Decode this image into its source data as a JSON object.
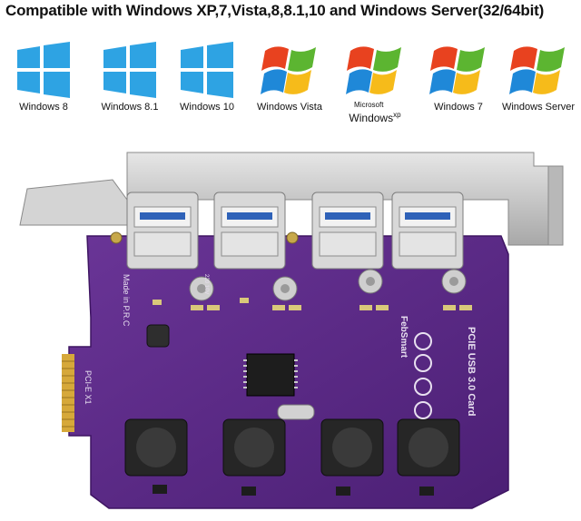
{
  "headline": "Compatible with Windows XP,7,Vista,8,8.1,10 and Windows Server(32/64bit)",
  "os_list": [
    {
      "label": "Windows 8",
      "logo": "windows-flat-logo"
    },
    {
      "label": "Windows 8.1",
      "logo": "windows-flat-logo"
    },
    {
      "label": "Windows 10",
      "logo": "windows-flat-logo"
    },
    {
      "label": "Windows  Vista",
      "logo": "windows-flag-logo"
    },
    {
      "label_top": "Microsoft",
      "label_main": "Windows",
      "label_sup": "xp",
      "logo": "windows-flag-logo"
    },
    {
      "label": "Windows 7",
      "logo": "windows-flag-logo"
    },
    {
      "label": "Windows Server",
      "logo": "windows-flag-logo"
    }
  ],
  "card": {
    "pcb_color": "#5b2a86",
    "bracket_color": "#c9c9c9",
    "made_in": "Made in P.R.C",
    "slot_label": "PCI-E X1",
    "product_label": "PCIE USB 3.0 Card",
    "brand": "FebSmart",
    "cap_label": "220 10V"
  }
}
